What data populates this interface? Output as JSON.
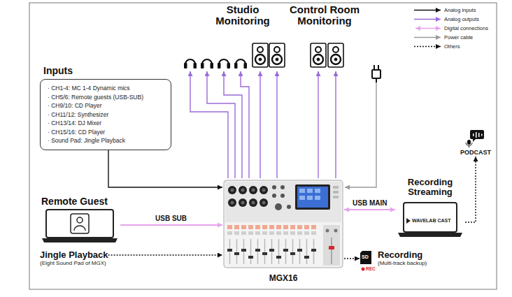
{
  "diagram": {
    "nodes": [
      {
        "text": [
          "Studio Monitoring"
        ]
      },
      {
        "text": [
          "Control Room Monitoring"
        ]
      },
      {
        "text": [
          "Inputs",
          "· CH1-4: MC 1-4 Dynamic mics",
          "· CH5/6: Remote guests (USB-SUB)",
          "· CH9/10: CD Player",
          "· CH11/12: Synthesizer",
          "· CH13/14: DJ Mixer",
          "· CH15/16: CD Player",
          "· Sound Pad: Jingle Playback"
        ]
      },
      {
        "text": [
          "PODCAST"
        ]
      },
      {
        "text": [
          "Remote Guest"
        ]
      },
      {
        "text": [
          "Recording Streaming",
          "WAVELAB CAST"
        ]
      },
      {
        "text": [
          "MGX16"
        ]
      },
      {
        "text": [
          "Jingle Playback",
          "(Eight Sound Pad of MGX)"
        ]
      },
      {
        "text": [
          "Recording",
          "(Multi-track backup)"
        ]
      }
    ],
    "edges": [
      {
        "from": 2,
        "to": 6,
        "arrow": "to"
      },
      {
        "from": 6,
        "to": 0,
        "arrow": "to"
      },
      {
        "from": 6,
        "to": 0,
        "arrow": "to"
      },
      {
        "from": 6,
        "to": 0,
        "arrow": "to"
      },
      {
        "from": 6,
        "to": 0,
        "arrow": "to"
      },
      {
        "from": 6,
        "to": 0,
        "arrow": "to"
      },
      {
        "from": 6,
        "to": 0,
        "arrow": "to"
      },
      {
        "from": 6,
        "to": 1,
        "arrow": "to"
      },
      {
        "from": 6,
        "to": 1,
        "arrow": "to"
      },
      {
        "from": 4,
        "to": 6,
        "label": "USB SUB",
        "arrow": "to"
      },
      {
        "from": 7,
        "to": 6,
        "arrow": "to"
      },
      {
        "from": 6,
        "to": 5,
        "label": "USB MAIN",
        "arrow": "both"
      },
      {
        "from": 5,
        "to": 3,
        "arrow": "to"
      },
      {
        "from": 6,
        "to": 8,
        "arrow": "to"
      }
    ],
    "labels": [
      "SD",
      "REC"
    ],
    "legend": [
      {
        "text": "Analog inputs"
      },
      {
        "text": "Analog outputs"
      },
      {
        "text": "Digital connections"
      },
      {
        "text": "Power cable"
      },
      {
        "text": "Others"
      }
    ]
  }
}
